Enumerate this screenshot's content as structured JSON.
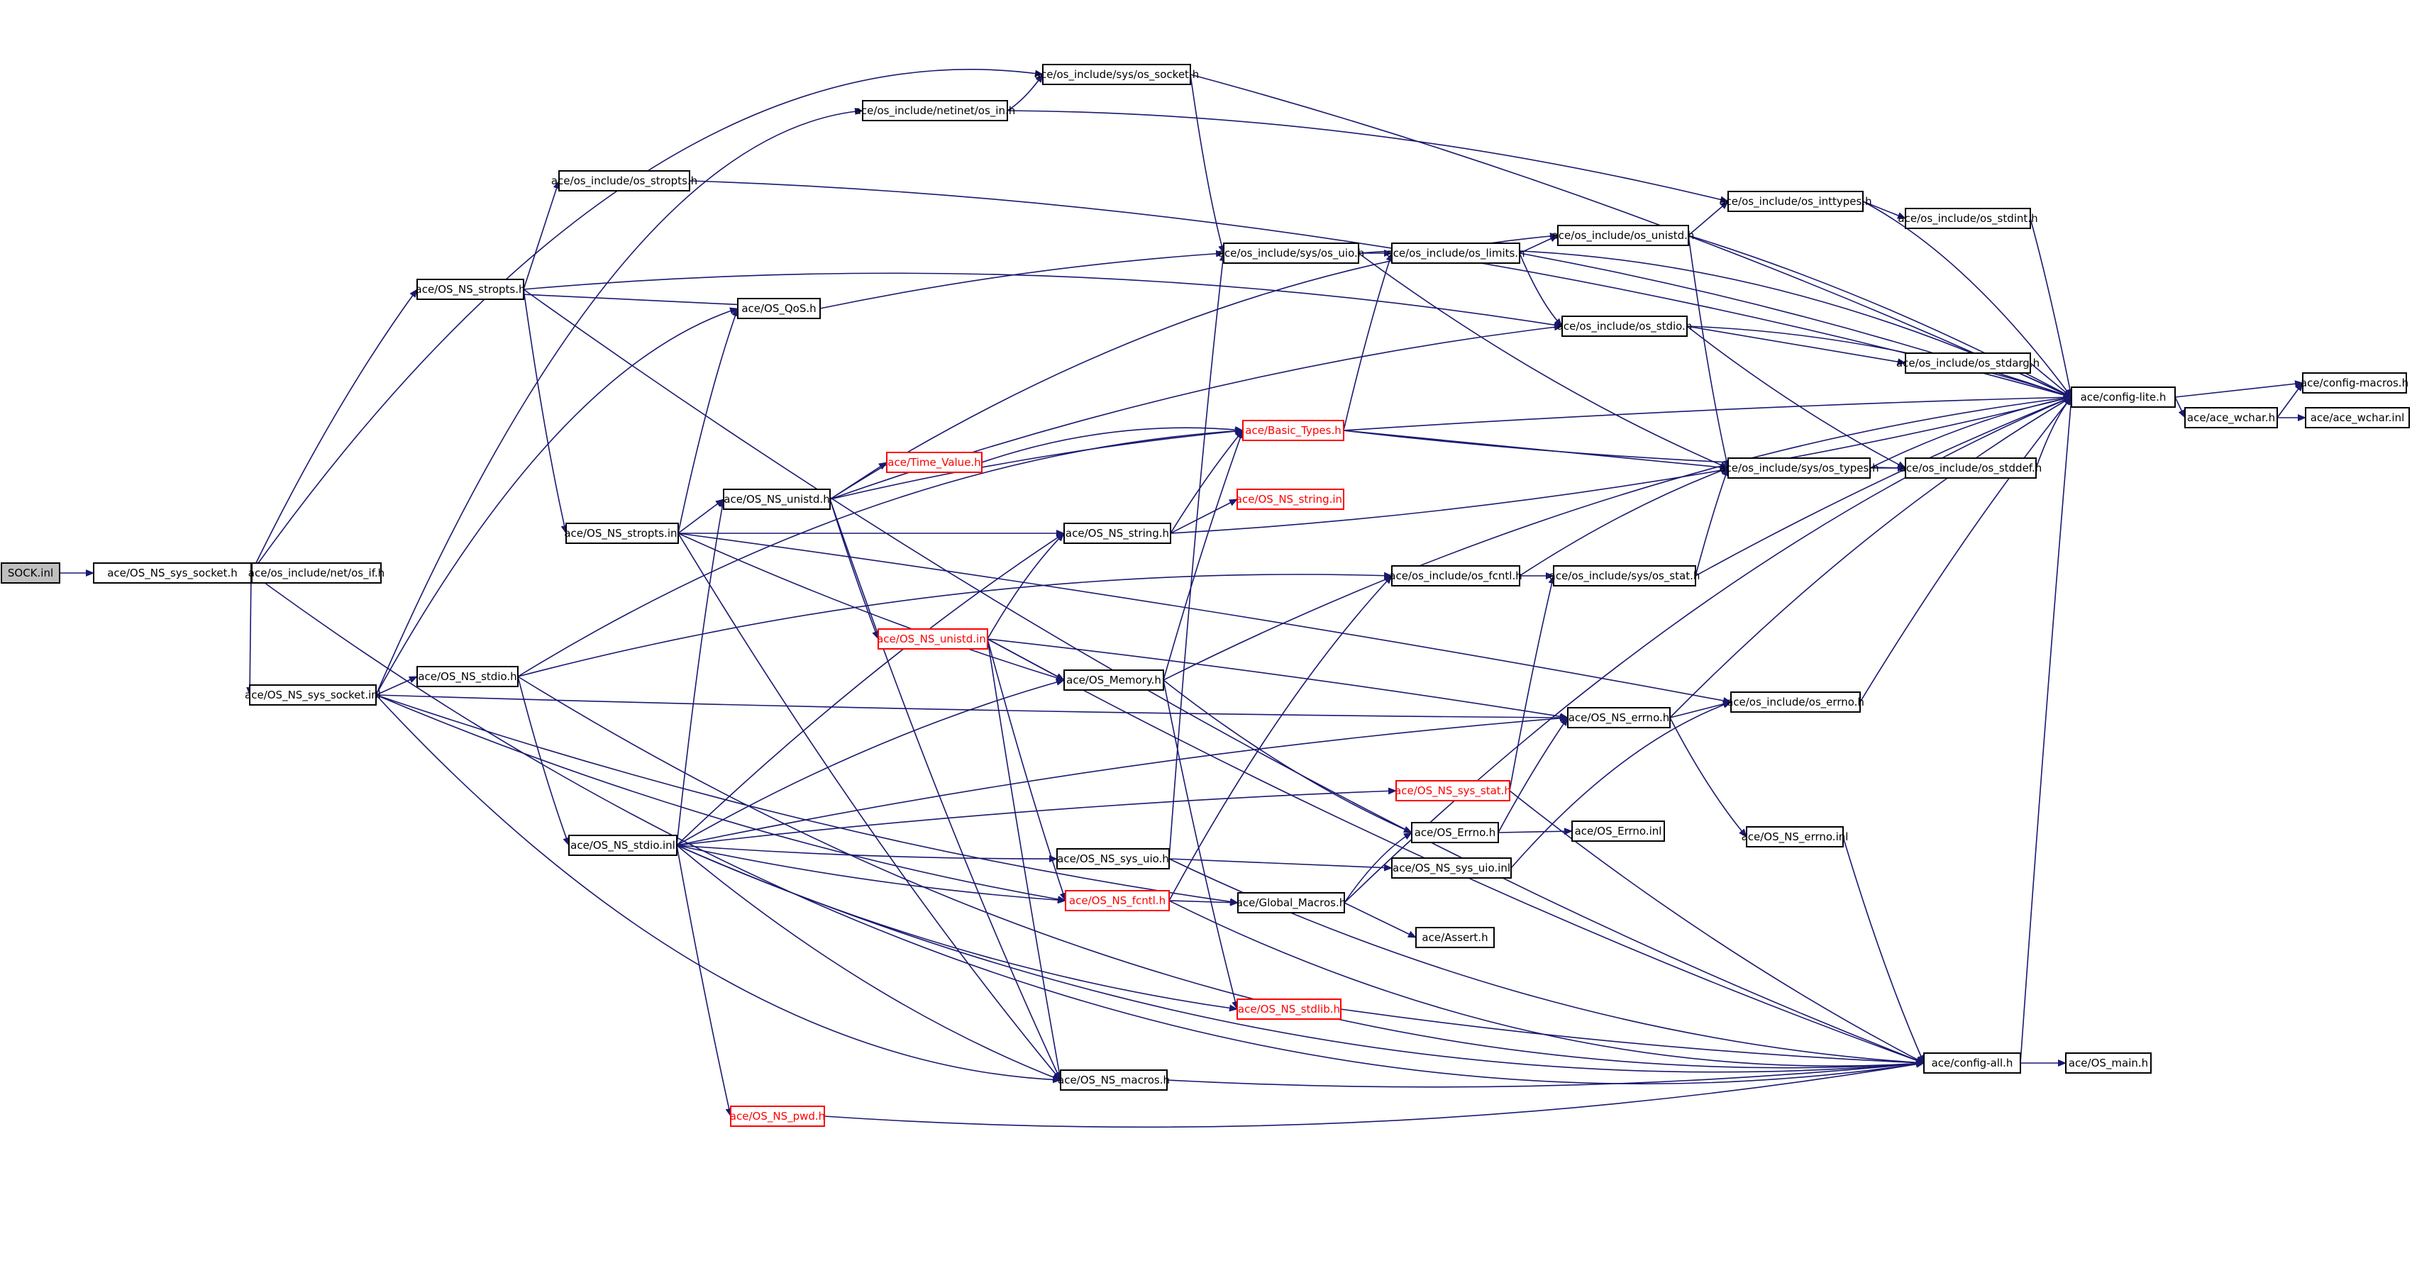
{
  "nodes": [
    {
      "id": "sock_inl",
      "label": "SOCK.inl",
      "root": true
    },
    {
      "id": "os_ns_sys_socket_h",
      "label": "ace/OS_NS_sys_socket.h"
    },
    {
      "id": "net_os_if_h",
      "label": "ace/os_include/net/os_if.h"
    },
    {
      "id": "sys_os_socket_h",
      "label": "ace/os_include/sys/os_socket.h"
    },
    {
      "id": "netinet_os_in_h",
      "label": "ace/os_include/netinet/os_in.h"
    },
    {
      "id": "os_stropts_h",
      "label": "ace/os_include/os_stropts.h"
    },
    {
      "id": "os_ns_stropts_h",
      "label": "ace/OS_NS_stropts.h"
    },
    {
      "id": "os_qos_h",
      "label": "ace/OS_QoS.h"
    },
    {
      "id": "sys_os_uio_h",
      "label": "ace/os_include/sys/os_uio.h"
    },
    {
      "id": "os_limits_h",
      "label": "ace/os_include/os_limits.h"
    },
    {
      "id": "os_unistd_h",
      "label": "ace/os_include/os_unistd.h"
    },
    {
      "id": "os_inttypes_h",
      "label": "ace/os_include/os_inttypes.h"
    },
    {
      "id": "os_stdint_h",
      "label": "ace/os_include/os_stdint.h"
    },
    {
      "id": "os_stdio_h",
      "label": "ace/os_include/os_stdio.h"
    },
    {
      "id": "os_stdarg_h",
      "label": "ace/os_include/os_stdarg.h"
    },
    {
      "id": "config_lite_h",
      "label": "ace/config-lite.h"
    },
    {
      "id": "config_macros_h",
      "label": "ace/config-macros.h"
    },
    {
      "id": "ace_wchar_h",
      "label": "ace/ace_wchar.h"
    },
    {
      "id": "ace_wchar_inl",
      "label": "ace/ace_wchar.inl"
    },
    {
      "id": "basic_types_h",
      "label": "ace/Basic_Types.h",
      "red": true
    },
    {
      "id": "time_value_h",
      "label": "ace/Time_Value.h",
      "red": true
    },
    {
      "id": "os_ns_unistd_h",
      "label": "ace/OS_NS_unistd.h"
    },
    {
      "id": "os_ns_stropts_inl",
      "label": "ace/OS_NS_stropts.inl"
    },
    {
      "id": "os_ns_string_h",
      "label": "ace/OS_NS_string.h"
    },
    {
      "id": "os_ns_string_inl",
      "label": "ace/OS_NS_string.inl",
      "red": true
    },
    {
      "id": "sys_os_types_h",
      "label": "ace/os_include/sys/os_types.h"
    },
    {
      "id": "os_stddef_h",
      "label": "ace/os_include/os_stddef.h"
    },
    {
      "id": "os_fcntl_h",
      "label": "ace/os_include/os_fcntl.h"
    },
    {
      "id": "sys_os_stat_h",
      "label": "ace/os_include/sys/os_stat.h"
    },
    {
      "id": "os_ns_unistd_inl",
      "label": "ace/OS_NS_unistd.inl",
      "red": true
    },
    {
      "id": "os_ns_stdio_h",
      "label": "ace/OS_NS_stdio.h"
    },
    {
      "id": "os_ns_sys_socket_inl",
      "label": "ace/OS_NS_sys_socket.inl"
    },
    {
      "id": "os_memory_h",
      "label": "ace/OS_Memory.h"
    },
    {
      "id": "os_ns_errno_h",
      "label": "ace/OS_NS_errno.h"
    },
    {
      "id": "os_errno_h",
      "label": "ace/os_include/os_errno.h"
    },
    {
      "id": "os_ns_sys_stat_h",
      "label": "ace/OS_NS_sys_stat.h",
      "red": true
    },
    {
      "id": "os_errno_h2",
      "label": "ace/OS_Errno.h"
    },
    {
      "id": "os_errno_inl",
      "label": "ace/OS_Errno.inl"
    },
    {
      "id": "os_ns_errno_inl",
      "label": "ace/OS_NS_errno.inl"
    },
    {
      "id": "os_ns_stdio_inl",
      "label": "ace/OS_NS_stdio.inl"
    },
    {
      "id": "os_ns_sys_uio_h",
      "label": "ace/OS_NS_sys_uio.h"
    },
    {
      "id": "os_ns_sys_uio_inl",
      "label": "ace/OS_NS_sys_uio.inl"
    },
    {
      "id": "os_ns_fcntl_h",
      "label": "ace/OS_NS_fcntl.h",
      "red": true
    },
    {
      "id": "global_macros_h",
      "label": "ace/Global_Macros.h"
    },
    {
      "id": "assert_h",
      "label": "ace/Assert.h"
    },
    {
      "id": "os_ns_stdlib_h",
      "label": "ace/OS_NS_stdlib.h",
      "red": true
    },
    {
      "id": "config_all_h",
      "label": "ace/config-all.h"
    },
    {
      "id": "os_main_h",
      "label": "ace/OS_main.h"
    },
    {
      "id": "os_ns_macros_h",
      "label": "ace/OS_NS_macros.h"
    },
    {
      "id": "os_ns_pwd_h",
      "label": "ace/OS_NS_pwd.h",
      "red": true
    }
  ],
  "colors": {
    "edge": "#191970",
    "node_border": "#000000",
    "highlight_border": "#ff0000",
    "root_fill": "#bfbfbf"
  }
}
